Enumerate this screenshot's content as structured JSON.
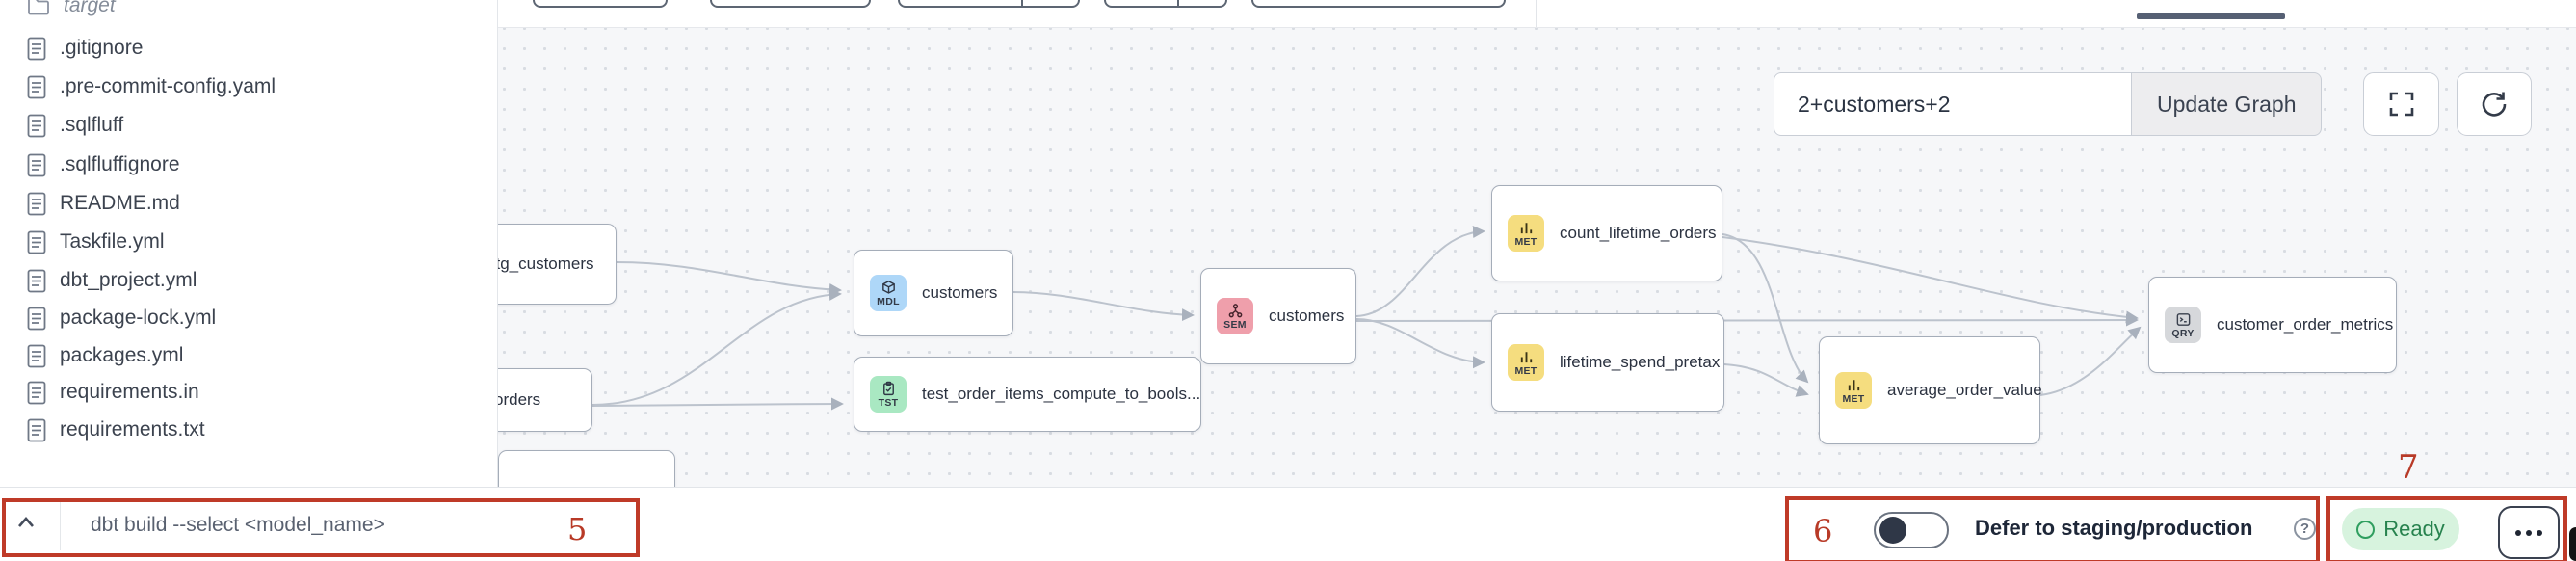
{
  "file_tree": {
    "items": [
      {
        "name": "target",
        "type": "folder"
      },
      {
        "name": ".gitignore",
        "type": "file"
      },
      {
        "name": ".pre-commit-config.yaml",
        "type": "file"
      },
      {
        "name": ".sqlfluff",
        "type": "file"
      },
      {
        "name": ".sqlfluffignore",
        "type": "file"
      },
      {
        "name": "README.md",
        "type": "file"
      },
      {
        "name": "Taskfile.yml",
        "type": "file"
      },
      {
        "name": "dbt_project.yml",
        "type": "file"
      },
      {
        "name": "package-lock.yml",
        "type": "file"
      },
      {
        "name": "packages.yml",
        "type": "file"
      },
      {
        "name": "requirements.in",
        "type": "file"
      },
      {
        "name": "requirements.txt",
        "type": "file"
      }
    ]
  },
  "graph_controls": {
    "selector_value": "2+customers+2",
    "update_button_label": "Update Graph"
  },
  "lineage": {
    "nodes": [
      {
        "label": "stg_customers"
      },
      {
        "label": "orders"
      },
      {
        "label": "customers",
        "badge": "MDL"
      },
      {
        "label": "test_order_items_compute_to_bools...",
        "badge": "TST"
      },
      {
        "label": "customers",
        "badge": "SEM"
      },
      {
        "label": "count_lifetime_orders",
        "badge": "MET"
      },
      {
        "label": "lifetime_spend_pretax",
        "badge": "MET"
      },
      {
        "label": "average_order_value",
        "badge": "MET"
      },
      {
        "label": "customer_order_metrics",
        "badge": "QRY"
      }
    ],
    "badge_colors": {
      "MDL": "#aed7f8",
      "TST": "#a9e8c2",
      "SEM": "#ef9fab",
      "MET": "#f5dd7f",
      "QRY": "#d6d8db"
    }
  },
  "bottom_bar": {
    "command_placeholder": "dbt build --select <model_name>",
    "defer_toggle": {
      "label": "Defer to staging/production",
      "state": "off"
    },
    "status": {
      "label": "Ready",
      "color": "#2f9e5f"
    }
  },
  "annotations": {
    "accent": "#bf3a28",
    "box5": "5",
    "box6": "6",
    "box7": "7"
  }
}
